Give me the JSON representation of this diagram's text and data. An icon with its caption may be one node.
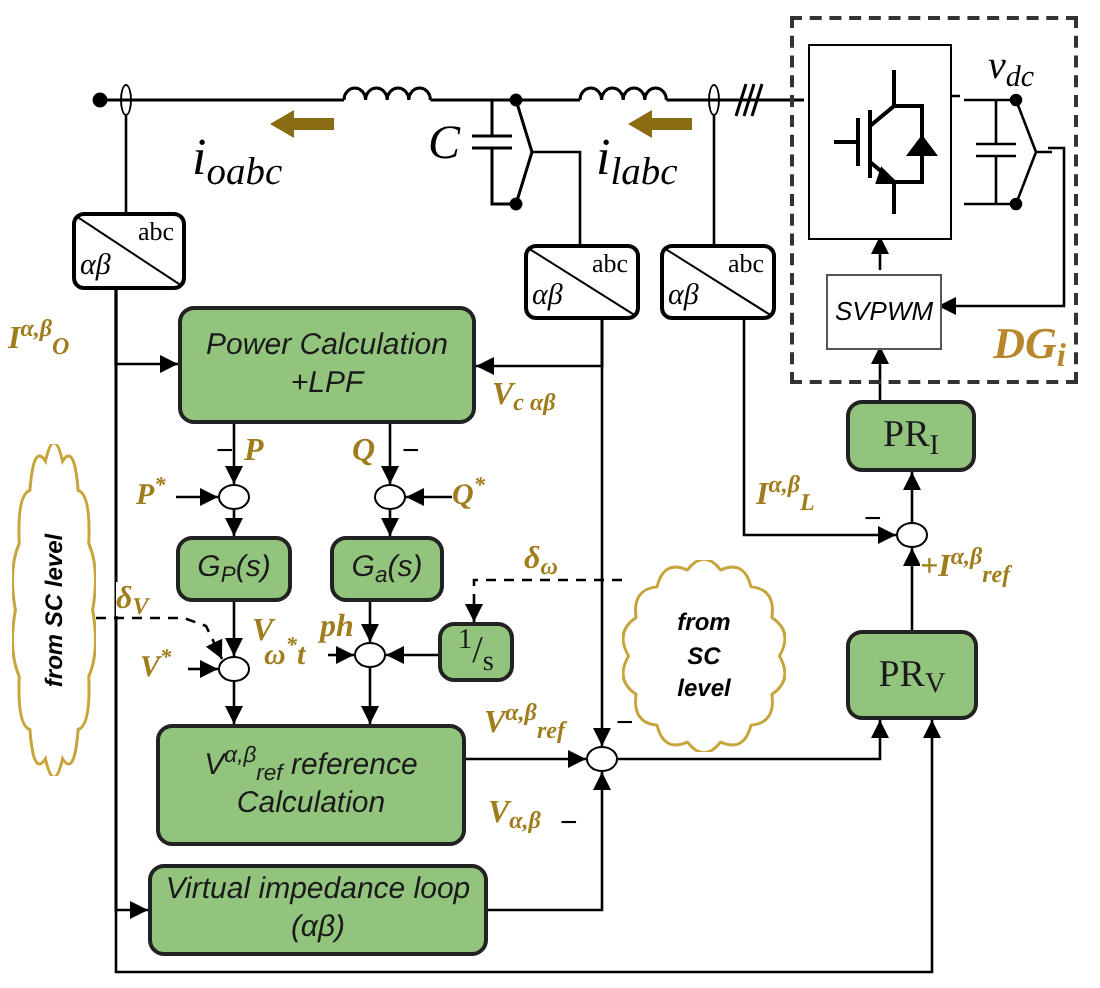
{
  "diagram": {
    "nodes": [
      {
        "text": [
          "abc",
          "αβ"
        ]
      },
      {
        "text": [
          "abc",
          "αβ"
        ]
      },
      {
        "text": [
          "abc",
          "αβ"
        ]
      },
      {
        "text": [
          "Power Calculation +LPF"
        ]
      },
      {
        "text": [],
        "shape": "circle"
      },
      {
        "text": [],
        "shape": "circle"
      },
      {
        "text": [
          "G$_{P}$(s)"
        ]
      },
      {
        "text": [
          "G$_{a}$(s)"
        ]
      },
      {
        "text": [
          "$^{1}$/$_{s}$"
        ]
      },
      {
        "text": [],
        "shape": "circle"
      },
      {
        "text": [],
        "shape": "circle"
      },
      {
        "text": [
          "V$^{α,β}$$_{ref}$ reference Calculation"
        ]
      },
      {
        "text": [
          "Virtual impedance loop (αβ)"
        ]
      },
      {
        "text": [],
        "shape": "circle"
      },
      {
        "text": [
          "from SC level"
        ]
      },
      {
        "text": [
          "from SC level"
        ]
      },
      {
        "text": [
          "PR$_{V}$"
        ]
      },
      {
        "text": [],
        "shape": "circle"
      },
      {
        "text": [
          "PR$_{I}$"
        ]
      },
      {
        "text": [
          "DG$_{i}$"
        ]
      },
      {
        "text": [],
        "shape": "box",
        "in": 19
      },
      {
        "text": [
          "SVPWM"
        ],
        "in": 19
      },
      {
        "text": [],
        "shape": "capacitor",
        "in": 19,
        "beside": [
          "v$_{dc}$"
        ]
      },
      {
        "text": [
          "P$^{*}$"
        ]
      },
      {
        "text": [
          "Q$^{*}$"
        ]
      },
      {
        "text": [
          "V$^{*}$"
        ]
      },
      {
        "text": [
          "ω$^{*}$t"
        ]
      },
      {
        "text": [],
        "shape": "ellipse"
      },
      {
        "text": [],
        "shape": "ellipse"
      }
    ],
    "edges": [
      {
        "from": 27,
        "to": 0,
        "arrow": "none"
      },
      {
        "from": null,
        "to": 1,
        "arrow": "none"
      },
      {
        "from": 28,
        "to": 2,
        "arrow": "none"
      },
      {
        "from": 0,
        "to": 3,
        "arrow": "to",
        "label": "I$^{α,β}$$_{O}$"
      },
      {
        "from": 0,
        "to": 12,
        "arrow": "to"
      },
      {
        "from": 0,
        "to": 16,
        "arrow": "to"
      },
      {
        "from": 1,
        "to": 3,
        "arrow": "to",
        "label": "V$_{c αβ}$"
      },
      {
        "from": 1,
        "to": 13,
        "arrow": "to"
      },
      {
        "from": 2,
        "to": 17,
        "arrow": "to",
        "label": "I$^{α,β}$$_{L}$"
      },
      {
        "from": 3,
        "to": 4,
        "arrow": "to",
        "label": "P"
      },
      {
        "from": 3,
        "to": 5,
        "arrow": "to",
        "label": "Q"
      },
      {
        "from": 23,
        "to": 4,
        "arrow": "to"
      },
      {
        "from": 24,
        "to": 5,
        "arrow": "to"
      },
      {
        "from": 4,
        "to": 6,
        "arrow": "to"
      },
      {
        "from": 5,
        "to": 7,
        "arrow": "to"
      },
      {
        "from": 6,
        "to": 9,
        "arrow": "to",
        "label": "V"
      },
      {
        "from": 7,
        "to": 10,
        "arrow": "to",
        "label": "ph"
      },
      {
        "from": 25,
        "to": 9,
        "arrow": "to"
      },
      {
        "from": 14,
        "to": 9,
        "arrow": "to",
        "style": "dashed",
        "label": "δ$_{V}$"
      },
      {
        "from": 26,
        "to": 10,
        "arrow": "to"
      },
      {
        "from": 8,
        "to": 10,
        "arrow": "to"
      },
      {
        "from": 15,
        "to": 8,
        "arrow": "to",
        "style": "dashed",
        "label": "δ$_{ω}$"
      },
      {
        "from": 9,
        "to": 11,
        "arrow": "to"
      },
      {
        "from": 10,
        "to": 11,
        "arrow": "to"
      },
      {
        "from": 11,
        "to": 13,
        "arrow": "to",
        "label": "V$^{α,β}$$_{ref}$"
      },
      {
        "from": 12,
        "to": 13,
        "arrow": "to",
        "label": "V$_{α,β}$"
      },
      {
        "from": 13,
        "to": 16,
        "arrow": "to"
      },
      {
        "from": 16,
        "to": 17,
        "arrow": "to",
        "label": "+I$^{α,β}$$_{ref}$"
      },
      {
        "from": 17,
        "to": 18,
        "arrow": "to"
      },
      {
        "from": 18,
        "to": 21,
        "arrow": "to"
      },
      {
        "from": 21,
        "to": 20,
        "arrow": "to"
      },
      {
        "from": 22,
        "to": 21,
        "arrow": "to"
      },
      {
        "from": 20,
        "to": 22,
        "arrow": "none"
      }
    ],
    "labels": [
      "i$_{oabc}$",
      "C",
      "i$_{labc}$",
      "−",
      "−",
      "−",
      "−",
      "−"
    ]
  }
}
